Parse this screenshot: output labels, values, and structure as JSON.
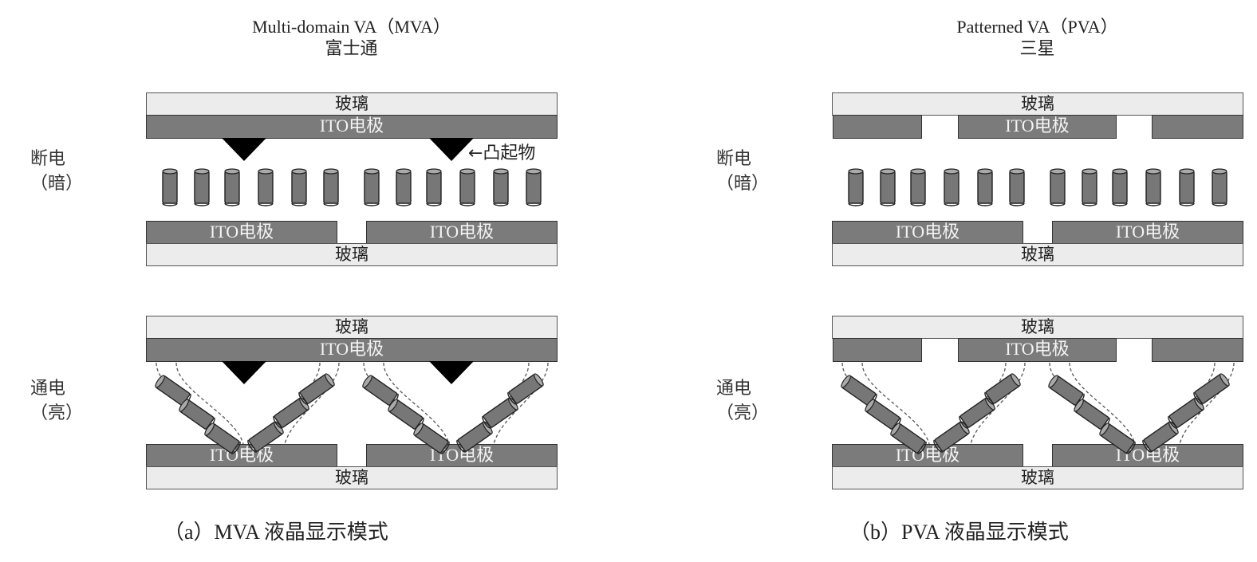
{
  "panels": [
    {
      "id": "mva",
      "title_line1": "Multi-domain VA（MVA）",
      "title_line2": "富士通",
      "state_off": {
        "line1": "断电",
        "line2": "（暗）"
      },
      "state_on": {
        "line1": "通电",
        "line2": "（亮）"
      },
      "glass_label": "玻璃",
      "ito_label": "ITO电极",
      "protrusion_label": "←凸起物",
      "caption": "（a）MVA 液晶显示模式",
      "top_electrode": "continuous with protrusions",
      "rods_off_count": 12,
      "rods_on_count": 12
    },
    {
      "id": "pva",
      "title_line1": "Patterned VA（PVA）",
      "title_line2": "三星",
      "state_off": {
        "line1": "断电",
        "line2": "（暗）"
      },
      "state_on": {
        "line1": "通电",
        "line2": "（亮）"
      },
      "glass_label": "玻璃",
      "ito_label": "ITO电极",
      "caption": "（b）PVA 液晶显示模式",
      "top_electrode": "patterned with slits",
      "rods_off_count": 12,
      "rods_on_count": 12
    }
  ],
  "colors": {
    "glass": "#ececec",
    "ito": "#7b7b7b",
    "rod": "#777777",
    "protrusion": "#000000",
    "field_line": "#555555"
  }
}
